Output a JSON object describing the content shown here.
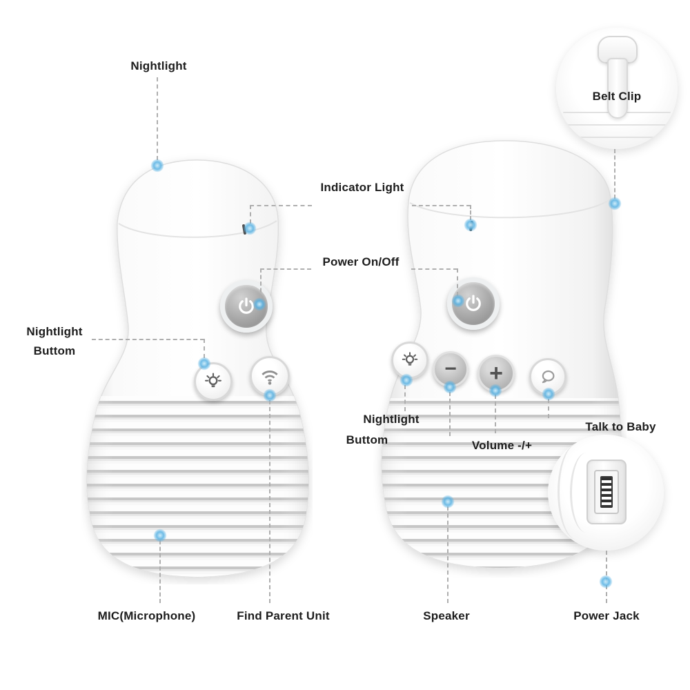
{
  "colors": {
    "background": "#ffffff",
    "text": "#1c1c1c",
    "callout_line": "#aeaeae",
    "callout_dot": "#56b1e3",
    "button_gray": "#a9a9a9"
  },
  "callouts": {
    "nightlight_top": {
      "label": "Nightlight"
    },
    "belt_clip": {
      "label": "Belt Clip"
    },
    "indicator_light": {
      "label": "Indicator Light"
    },
    "power_on_off": {
      "label": "Power On/Off"
    },
    "nightlight_button_left": {
      "line1": "Nightlight",
      "line2": "Buttom"
    },
    "nightlight_button_right": {
      "line1": "Nightlight",
      "line2": "Buttom"
    },
    "volume": {
      "label": "Volume -/+"
    },
    "talk_to_baby": {
      "label": "Talk to Baby"
    },
    "mic": {
      "label": "MIC(Microphone)"
    },
    "find_parent_unit": {
      "label": "Find Parent Unit"
    },
    "speaker": {
      "label": "Speaker"
    },
    "power_jack": {
      "label": "Power Jack"
    }
  },
  "buttons": {
    "volume_minus_glyph": "−",
    "volume_plus_glyph": "+"
  },
  "icons": {
    "power": "power-icon",
    "nightlight": "bulb-icon",
    "find_parent": "signal-icon",
    "talk": "speech-icon"
  }
}
